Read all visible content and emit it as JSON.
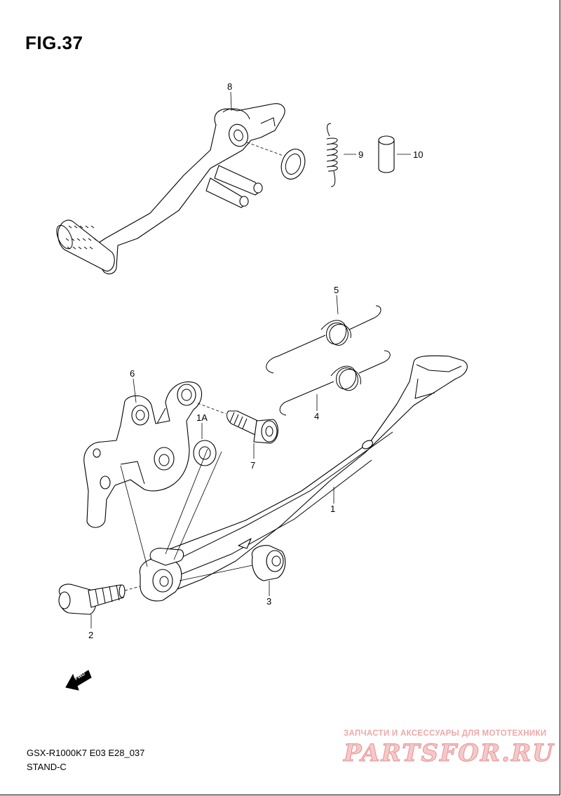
{
  "figure": {
    "title": "FIG.37",
    "model_code": "GSX-R1000K7 E03 E28_037",
    "section_name": "STAND-C"
  },
  "callouts": [
    "8",
    "9",
    "10",
    "5",
    "6",
    "1A",
    "7",
    "4",
    "1",
    "3",
    "2"
  ],
  "fwd_label": "FWD",
  "watermark": {
    "tagline": "ЗАПЧАСТИ И АКСЕССУАРЫ ДЛЯ МОТОТЕХНИКИ",
    "logo": "PARTSFOR.RU",
    "color": "#e98f8f"
  }
}
